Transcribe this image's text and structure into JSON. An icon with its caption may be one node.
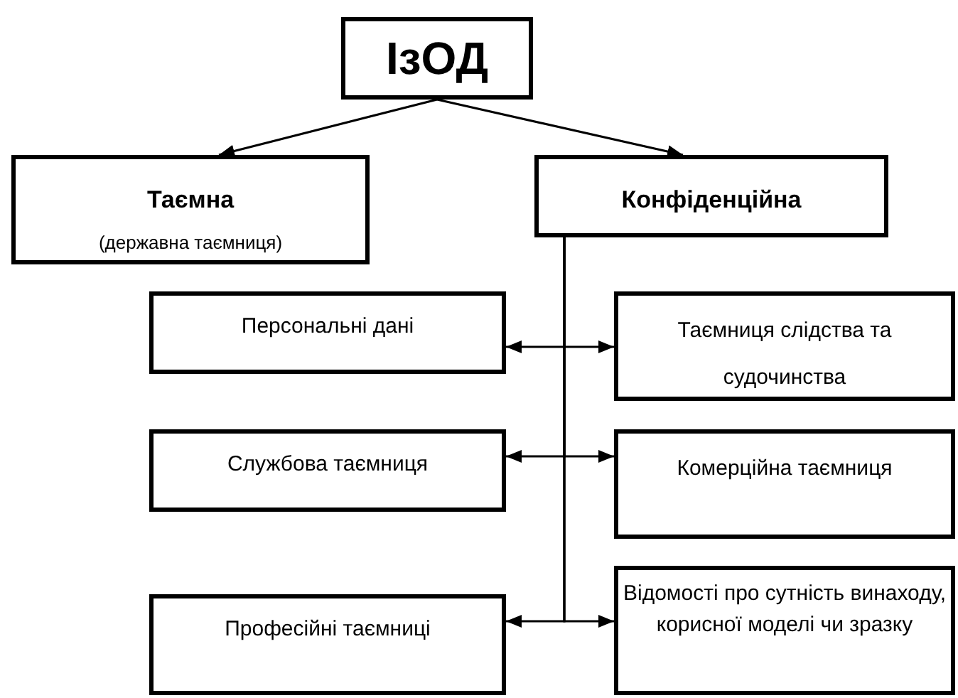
{
  "diagram": {
    "nodes": [
      {
        "text": [
          "ІзОД"
        ]
      },
      {
        "text": [
          "Таємна",
          "(державна таємниця)"
        ]
      },
      {
        "text": [
          "Конфіденційна"
        ]
      },
      {
        "text": [
          "Персональні дані"
        ]
      },
      {
        "text": [
          "Таємниця слідства та судочинства"
        ]
      },
      {
        "text": [
          "Службова таємниця"
        ]
      },
      {
        "text": [
          "Комерційна таємниця"
        ]
      },
      {
        "text": [
          "Професійні таємниці"
        ]
      },
      {
        "text": [
          "Відомості про сутність винаходу, корисної моделі чи зразку"
        ]
      }
    ],
    "edges": [
      {
        "from": 0,
        "to": 1,
        "arrow": "to"
      },
      {
        "from": 0,
        "to": 2,
        "arrow": "to"
      },
      {
        "from": 2,
        "to": 3,
        "arrow": "to"
      },
      {
        "from": 2,
        "to": 4,
        "arrow": "to"
      },
      {
        "from": 2,
        "to": 5,
        "arrow": "to"
      },
      {
        "from": 2,
        "to": 6,
        "arrow": "to"
      },
      {
        "from": 2,
        "to": 7,
        "arrow": "to"
      },
      {
        "from": 2,
        "to": 8,
        "arrow": "to"
      }
    ]
  }
}
